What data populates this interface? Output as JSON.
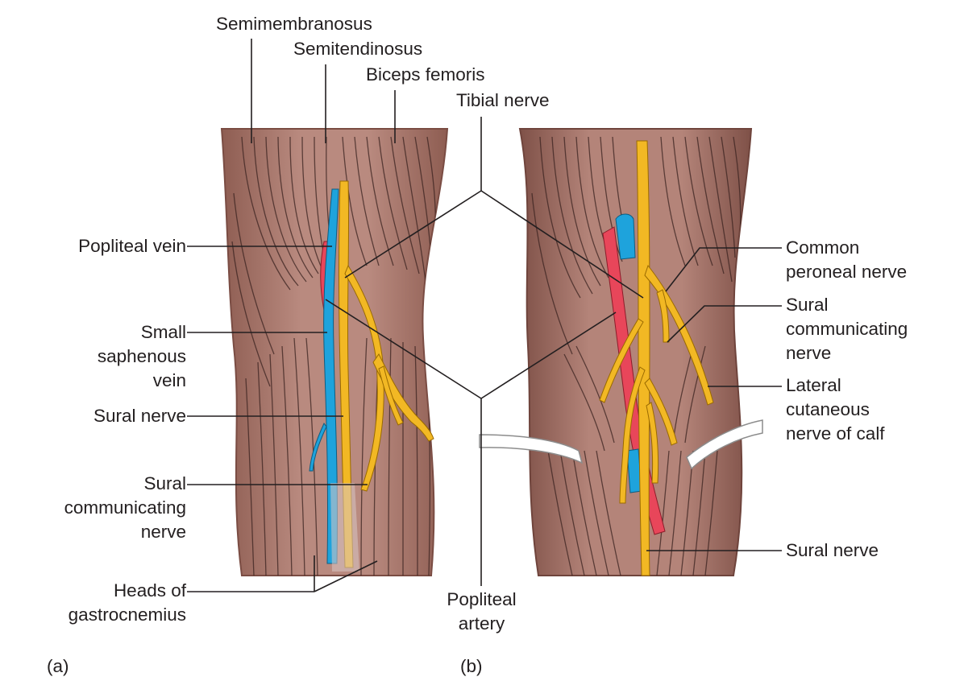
{
  "colors": {
    "nerve": "#f2b824",
    "vein": "#1ea3dc",
    "artery": "#e8465a",
    "muscle": "#a9756a",
    "skin_edge": "#8a5a50",
    "leader": "#231f20"
  },
  "labels": {
    "semimembranosus": "Semimembranosus",
    "semitendinosus": "Semitendinosus",
    "biceps_femoris": "Biceps femoris",
    "tibial_nerve": "Tibial nerve",
    "popliteal_vein": "Popliteal vein",
    "small_saphenous_vein": [
      "Small",
      "saphenous",
      "vein"
    ],
    "sural_nerve_a": "Sural nerve",
    "sural_communicating_nerve_a": [
      "Sural",
      "communicating",
      "nerve"
    ],
    "heads_of_gastrocnemius": [
      "Heads of",
      "gastrocnemius"
    ],
    "popliteal_artery": [
      "Popliteal",
      "artery"
    ],
    "common_peroneal_nerve": [
      "Common",
      "peroneal nerve"
    ],
    "sural_communicating_nerve_b": [
      "Sural",
      "communicating",
      "nerve"
    ],
    "lateral_cutaneous_nerve": [
      "Lateral",
      "cutaneous",
      "nerve of calf"
    ],
    "sural_nerve_b": "Sural nerve"
  },
  "panels": {
    "a": "(a)",
    "b": "(b)"
  }
}
